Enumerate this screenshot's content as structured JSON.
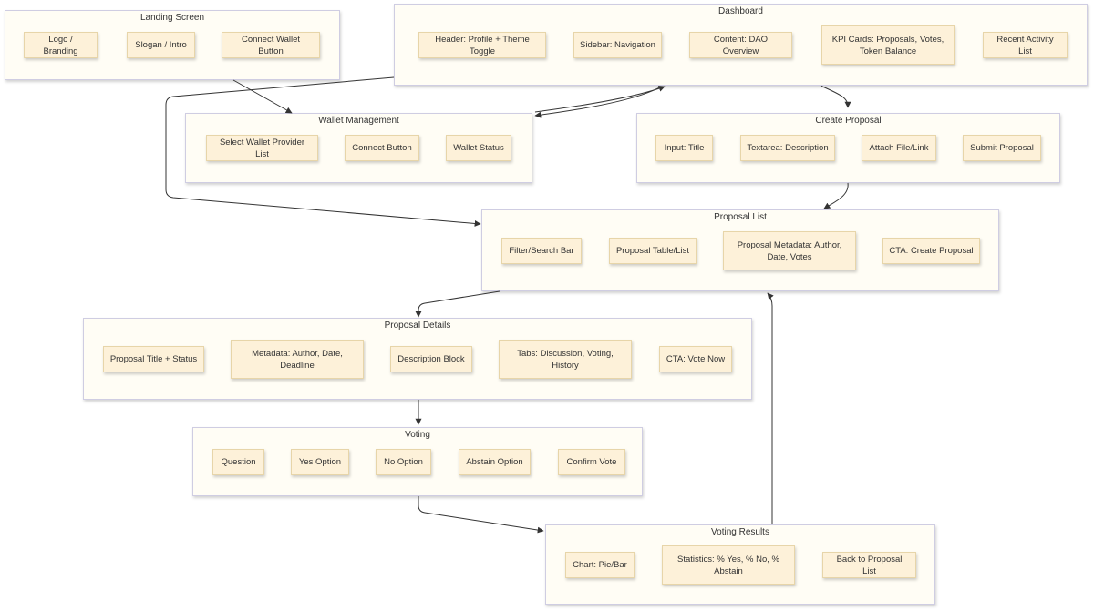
{
  "colors": {
    "group_fill": "#fffdf5",
    "group_border": "#cfcde2",
    "node_fill": "#fdf1d9",
    "node_border": "#e7d5a9",
    "edge": "#333333"
  },
  "groups": {
    "landing": {
      "title": "Landing Screen",
      "nodes": [
        "Logo / Branding",
        "Slogan / Intro",
        "Connect Wallet Button"
      ]
    },
    "dashboard": {
      "title": "Dashboard",
      "nodes": [
        "Header: Profile + Theme Toggle",
        "Sidebar: Navigation",
        "Content: DAO Overview",
        "KPI Cards: Proposals, Votes, Token Balance",
        "Recent Activity List"
      ]
    },
    "wallet": {
      "title": "Wallet Management",
      "nodes": [
        "Select Wallet Provider List",
        "Connect Button",
        "Wallet Status"
      ]
    },
    "create": {
      "title": "Create Proposal",
      "nodes": [
        "Input: Title",
        "Textarea: Description",
        "Attach File/Link",
        "Submit Proposal"
      ]
    },
    "list": {
      "title": "Proposal List",
      "nodes": [
        "Filter/Search Bar",
        "Proposal Table/List",
        "Proposal Metadata: Author, Date, Votes",
        "CTA: Create Proposal"
      ]
    },
    "details": {
      "title": "Proposal Details",
      "nodes": [
        "Proposal Title + Status",
        "Metadata: Author, Date, Deadline",
        "Description Block",
        "Tabs: Discussion, Voting, History",
        "CTA: Vote Now"
      ]
    },
    "voting": {
      "title": "Voting",
      "nodes": [
        "Question",
        "Yes Option",
        "No Option",
        "Abstain Option",
        "Confirm Vote"
      ]
    },
    "results": {
      "title": "Voting Results",
      "nodes": [
        "Chart: Pie/Bar",
        "Statistics: % Yes, % No, % Abstain",
        "Back to Proposal List"
      ]
    }
  }
}
